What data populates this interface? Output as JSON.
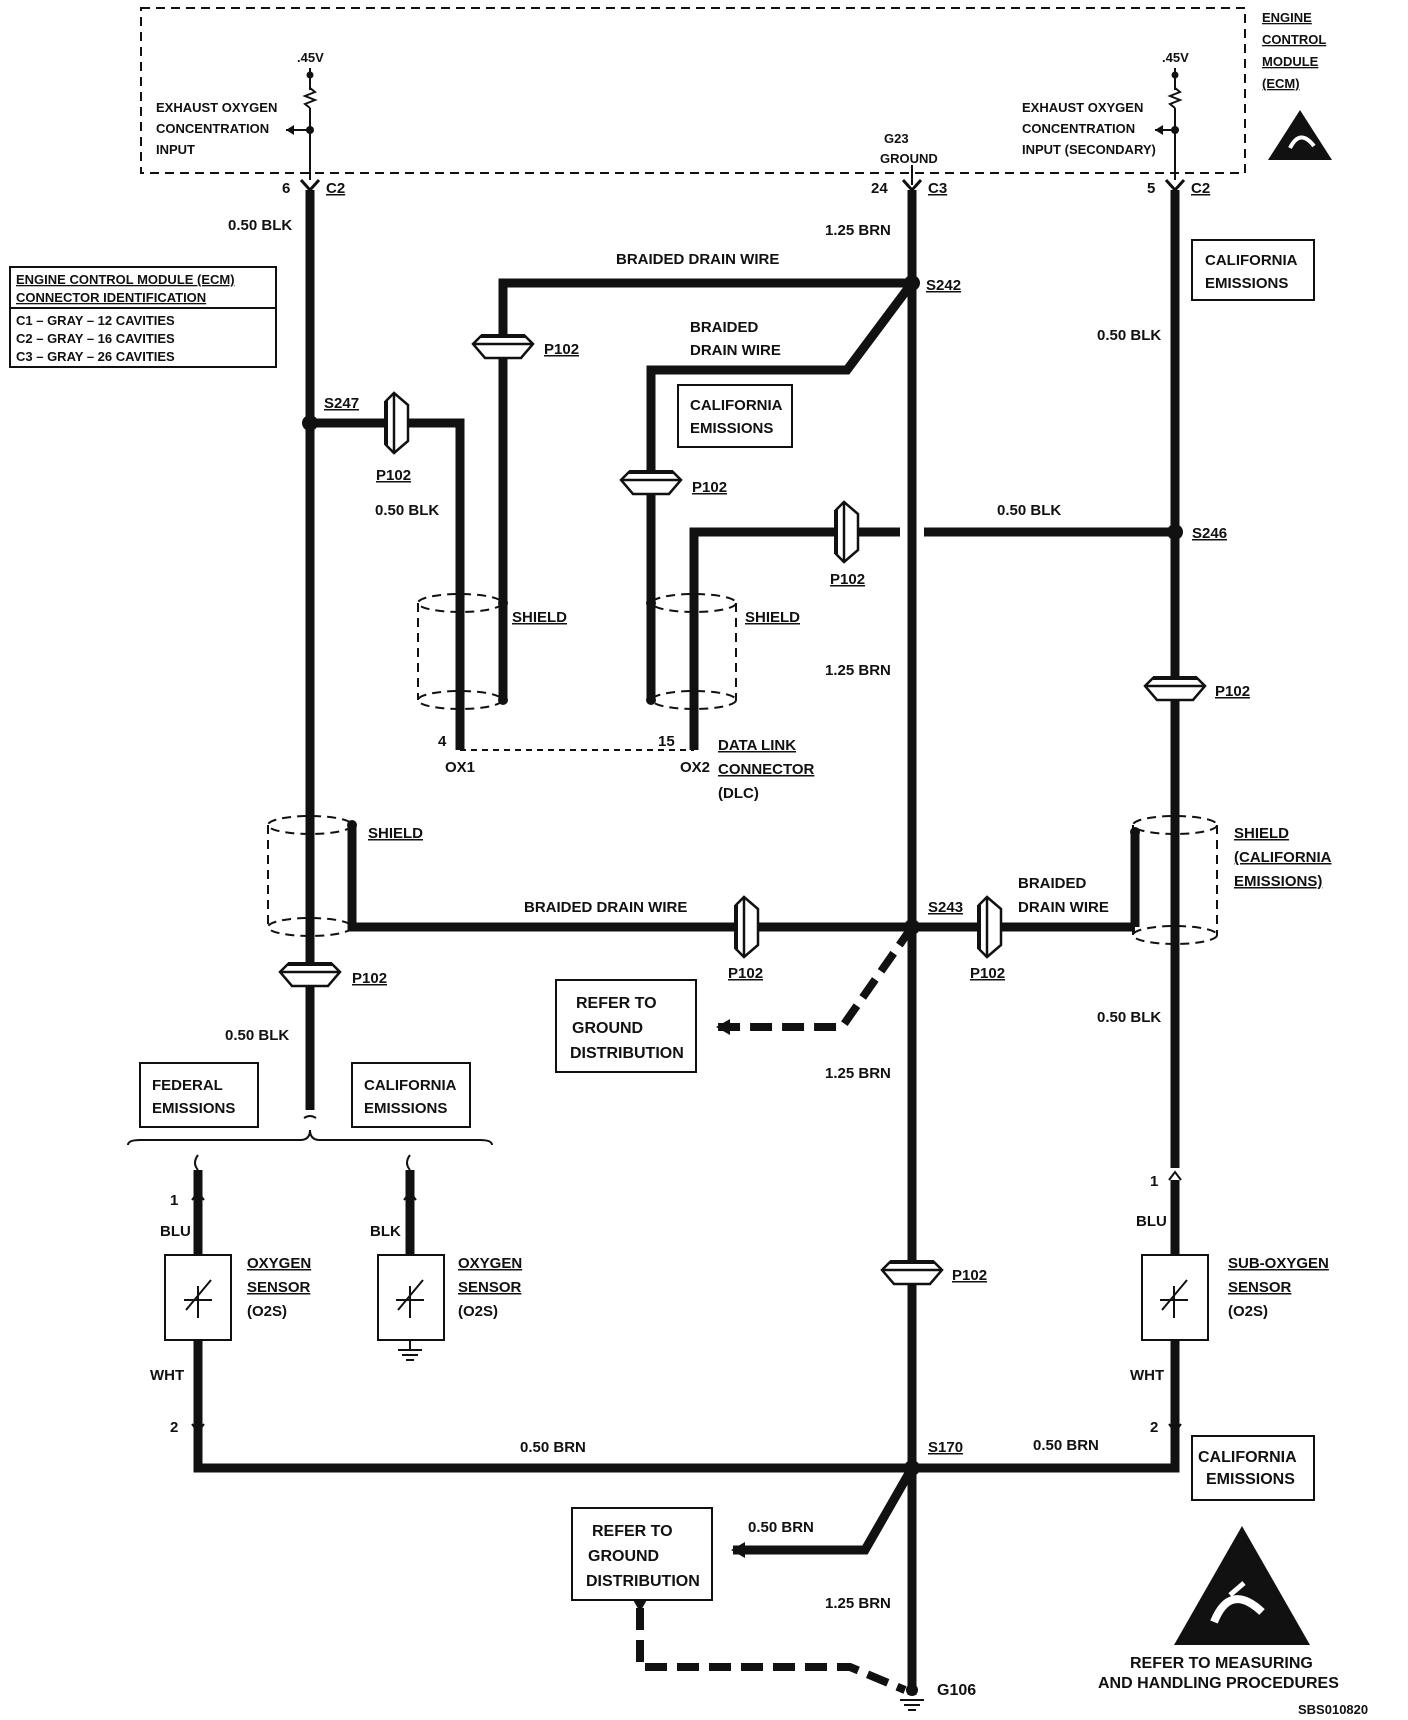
{
  "ecm": {
    "title_lines": [
      "ENGINE",
      "CONTROL",
      "MODULE",
      "(ECM)"
    ],
    "voltage_left": ".45V",
    "voltage_right": ".45V",
    "input_left_lines": [
      "EXHAUST OXYGEN",
      "CONCENTRATION",
      "INPUT"
    ],
    "input_right_lines": [
      "EXHAUST OXYGEN",
      "CONCENTRATION",
      "INPUT (SECONDARY)"
    ],
    "ground_lines": [
      "G23",
      "GROUND"
    ]
  },
  "connector_id": {
    "title_lines": [
      "ENGINE CONTROL MODULE (ECM)",
      "CONNECTOR IDENTIFICATION"
    ],
    "rows": [
      "C1 – GRAY – 12 CAVITIES",
      "C2 – GRAY – 16 CAVITIES",
      "C3 – GRAY – 26 CAVITIES"
    ]
  },
  "pins": {
    "p6": "6",
    "c2_left": "C2",
    "p24": "24",
    "c3": "C3",
    "p5": "5",
    "c2_right": "C2",
    "p4": "4",
    "p15": "15",
    "p1_left": "1",
    "p2_left": "2",
    "p1_right": "1",
    "p2_right": "2"
  },
  "wires": {
    "blk_050": "0.50 BLK",
    "brn_125": "1.25 BRN",
    "brn_050": "0.50 BRN",
    "blu": "BLU",
    "wht": "WHT",
    "blk": "BLK"
  },
  "splices": {
    "s242": "S242",
    "s247": "S247",
    "s246": "S246",
    "s243": "S243",
    "s170": "S170"
  },
  "connectors": {
    "p102": "P102"
  },
  "labels": {
    "braided_drain_wire": "BRAIDED DRAIN WIRE",
    "braided": "BRAIDED",
    "drain_wire": "DRAIN WIRE",
    "shield": "SHIELD",
    "shield_ca_lines": [
      "SHIELD",
      "(CALIFORNIA",
      "EMISSIONS)"
    ],
    "ox1": "OX1",
    "ox2": "OX2",
    "dlc_lines": [
      "DATA LINK",
      "CONNECTOR",
      "(DLC)"
    ],
    "california_lines": [
      "CALIFORNIA",
      "EMISSIONS"
    ],
    "federal_lines": [
      "FEDERAL",
      "EMISSIONS"
    ],
    "refer_ground_lines": [
      "REFER TO",
      "GROUND",
      "DISTRIBUTION"
    ],
    "oxygen_sensor_lines": [
      "OXYGEN",
      "SENSOR",
      "(O2S)"
    ],
    "sub_oxygen_sensor_lines": [
      "SUB-OXYGEN",
      "SENSOR",
      "(O2S)"
    ],
    "g106": "G106",
    "esd_note_lines": [
      "REFER TO MEASURING",
      "AND HANDLING PROCEDURES"
    ],
    "figure_code": "SBS010820"
  }
}
